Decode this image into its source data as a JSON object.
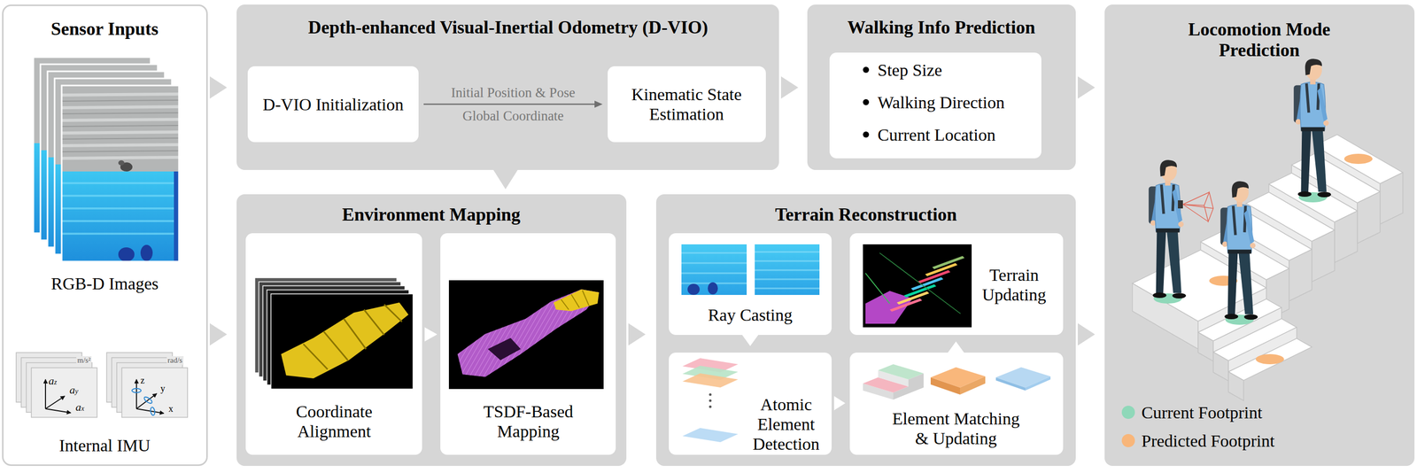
{
  "diagram": {
    "nodes": [
      {
        "text": [
          "Sensor Inputs"
        ]
      },
      {
        "text": [
          "Depth-enhanced Visual-Inertial Odometry (D-VIO)"
        ]
      },
      {
        "text": [
          "D-VIO Initialization"
        ],
        "in": 1
      },
      {
        "text": [
          "Kinematic State Estimation"
        ],
        "in": 1
      },
      {
        "text": [
          "Walking Info Prediction"
        ]
      },
      {
        "text": [
          "Step Size",
          "Walking Direction",
          "Current Location"
        ],
        "in": 4
      },
      {
        "text": [
          "Locomotion Mode Prediction"
        ]
      },
      {
        "text": [
          "Environment Mapping"
        ]
      },
      {
        "text": [
          "Coordinate Alignment"
        ],
        "in": 7
      },
      {
        "text": [
          "TSDF-Based Mapping"
        ],
        "in": 7
      },
      {
        "text": [
          "Terrain Reconstruction"
        ]
      },
      {
        "text": [
          "Ray Casting"
        ],
        "in": 10
      },
      {
        "text": [
          "Terrain Updating"
        ],
        "in": 10
      },
      {
        "text": [
          "Atomic Element Detection"
        ],
        "in": 10
      },
      {
        "text": [
          "Element Matching & Updating"
        ],
        "in": 10
      }
    ],
    "edges": [
      {
        "from": 0,
        "to": 1,
        "arrow": "to"
      },
      {
        "from": 0,
        "to": 7,
        "arrow": "to"
      },
      {
        "from": 2,
        "to": 3,
        "label": "Initial Position & Pose Global Coordinate",
        "arrow": "to"
      },
      {
        "from": 1,
        "to": 4,
        "arrow": "to"
      },
      {
        "from": 1,
        "to": 7,
        "arrow": "to"
      },
      {
        "from": 4,
        "to": 6,
        "arrow": "to"
      },
      {
        "from": 7,
        "to": 10,
        "arrow": "to"
      },
      {
        "from": 8,
        "to": 9,
        "arrow": "to"
      },
      {
        "from": 10,
        "to": 6,
        "arrow": "to"
      },
      {
        "from": 11,
        "to": 13,
        "arrow": "to"
      },
      {
        "from": 13,
        "to": 14,
        "arrow": "to"
      },
      {
        "from": 14,
        "to": 12,
        "arrow": "to"
      }
    ],
    "labels": [
      "RGB-D Images",
      "Internal IMU",
      "az",
      "ay",
      "ax",
      "m/s²",
      "z",
      "y",
      "x",
      "rad/s"
    ],
    "legend": [
      {
        "text": "Current Footprint",
        "color": "#8fd8b9"
      },
      {
        "text": "Predicted Footprint",
        "color": "#f8b67a"
      }
    ]
  }
}
